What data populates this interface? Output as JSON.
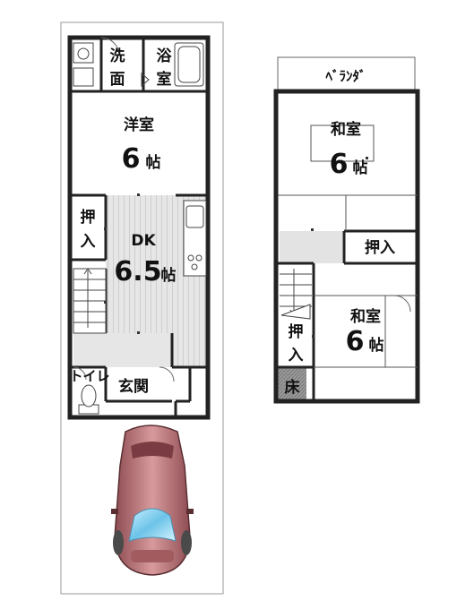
{
  "floor1": {
    "wash_char1": "洗",
    "wash_char2": "面",
    "bath_char1": "浴",
    "bath_char2": "室",
    "western_room": "洋室",
    "western_size": "6",
    "tatami_unit": "帖",
    "closet_char1": "押",
    "closet_char2": "入",
    "dk_label": "DK",
    "dk_size": "6.5",
    "toilet_label": "トイレ",
    "entrance_label": "玄関"
  },
  "floor2": {
    "balcony_label": "ﾍﾞﾗﾝﾀﾞ",
    "japanese_room": "和室",
    "room1_size": "6",
    "room2_size": "6",
    "tatami_unit": "帖",
    "closet_label": "押入",
    "closet_char1": "押",
    "closet_char2": "入",
    "alcove_label": "床"
  },
  "colors": {
    "wall": "#222222",
    "dk_floor": "#d9d9d9",
    "hall_floor": "#e6e6e6",
    "car_body": "#b86e72",
    "car_glass": "#79c9e6"
  }
}
